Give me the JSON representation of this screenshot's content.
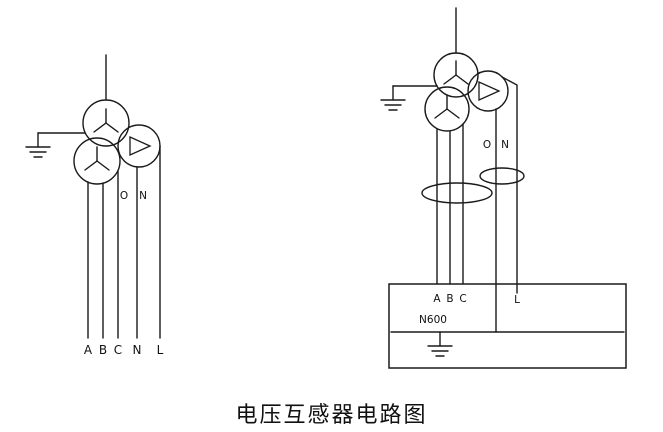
{
  "title": "电压互感器电路图",
  "colors": {
    "line": "#1a1a1a",
    "background": "#ffffff"
  },
  "left_diagram": {
    "terminals": [
      "A",
      "B",
      "C",
      "N",
      "L"
    ],
    "tap_labels": {
      "o": "O",
      "n": "N"
    }
  },
  "right_diagram": {
    "tap_labels": {
      "o": "O",
      "n": "N"
    },
    "terminal_box": {
      "phases": [
        "A",
        "B",
        "C"
      ],
      "line": "L",
      "neutral_bus": "N600"
    }
  }
}
